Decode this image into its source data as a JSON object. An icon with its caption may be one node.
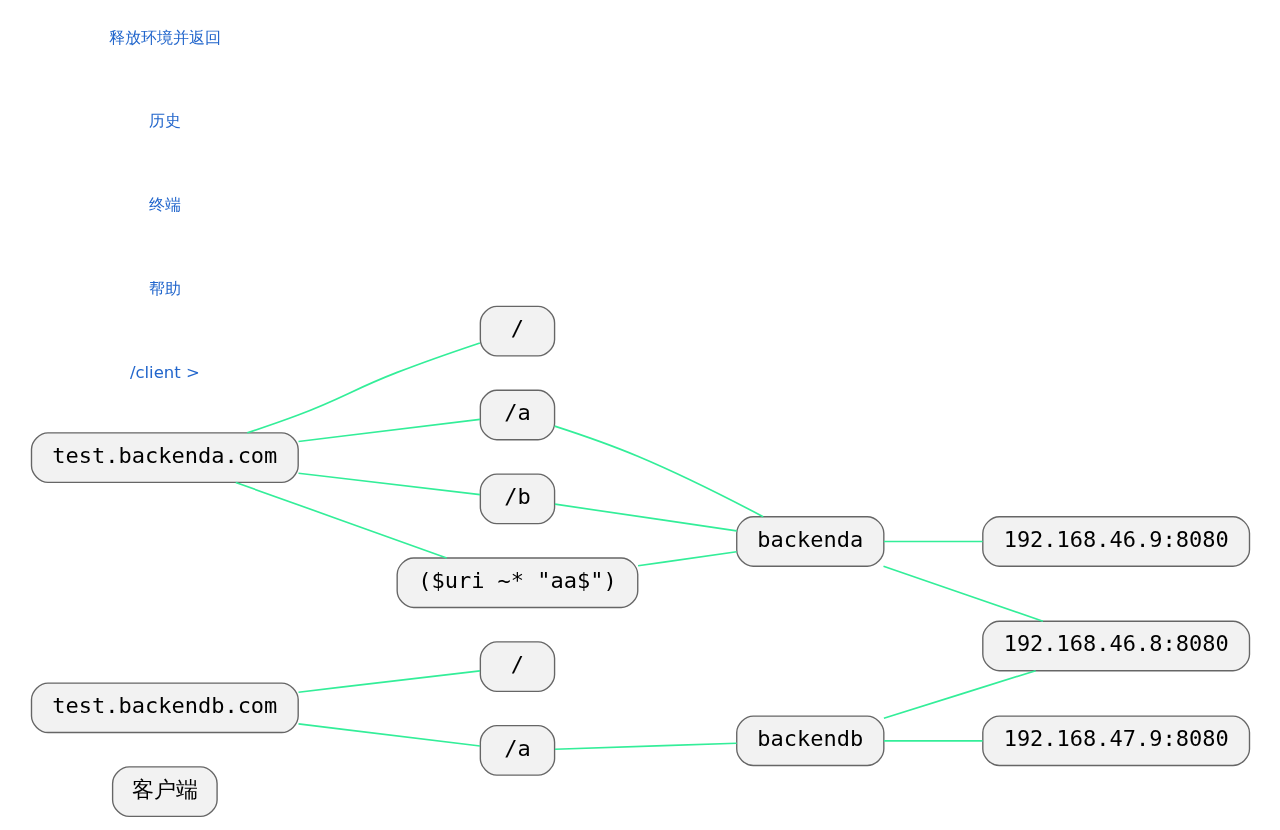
{
  "diagram": {
    "nodes": [
      {
        "text": [
          "客户端"
        ]
      },
      {
        "text": [
          "test.backenda.com"
        ]
      },
      {
        "text": [
          "/"
        ]
      },
      {
        "text": [
          "/a"
        ]
      },
      {
        "text": [
          "/b"
        ]
      },
      {
        "text": [
          "($uri ~* \"aa$\")"
        ]
      },
      {
        "text": [
          "test.backendb.com"
        ]
      },
      {
        "text": [
          "/"
        ]
      },
      {
        "text": [
          "/a"
        ]
      },
      {
        "text": [
          "backenda"
        ]
      },
      {
        "text": [
          "backendb"
        ]
      },
      {
        "text": [
          "192.168.46.8:8080"
        ]
      },
      {
        "text": [
          "192.168.46.9:8080"
        ]
      },
      {
        "text": [
          "192.168.47.9:8080"
        ]
      }
    ],
    "edges": [
      {
        "from": 1,
        "to": 2,
        "arrow": "none"
      },
      {
        "from": 1,
        "to": 3,
        "arrow": "none"
      },
      {
        "from": 1,
        "to": 4,
        "arrow": "none"
      },
      {
        "from": 1,
        "to": 5,
        "arrow": "none"
      },
      {
        "from": 3,
        "to": 9,
        "arrow": "none"
      },
      {
        "from": 4,
        "to": 9,
        "arrow": "none"
      },
      {
        "from": 5,
        "to": 9,
        "arrow": "none"
      },
      {
        "from": 6,
        "to": 7,
        "arrow": "none"
      },
      {
        "from": 6,
        "to": 8,
        "arrow": "none"
      },
      {
        "from": 8,
        "to": 10,
        "arrow": "none"
      },
      {
        "from": 9,
        "to": 11,
        "arrow": "none"
      },
      {
        "from": 9,
        "to": 12,
        "arrow": "none"
      },
      {
        "from": 10,
        "to": 11,
        "arrow": "none"
      },
      {
        "from": 10,
        "to": 13,
        "arrow": "none"
      }
    ],
    "labels": [
      "释放环境并返回",
      "历史",
      "终端",
      "帮助",
      "/client >"
    ]
  }
}
